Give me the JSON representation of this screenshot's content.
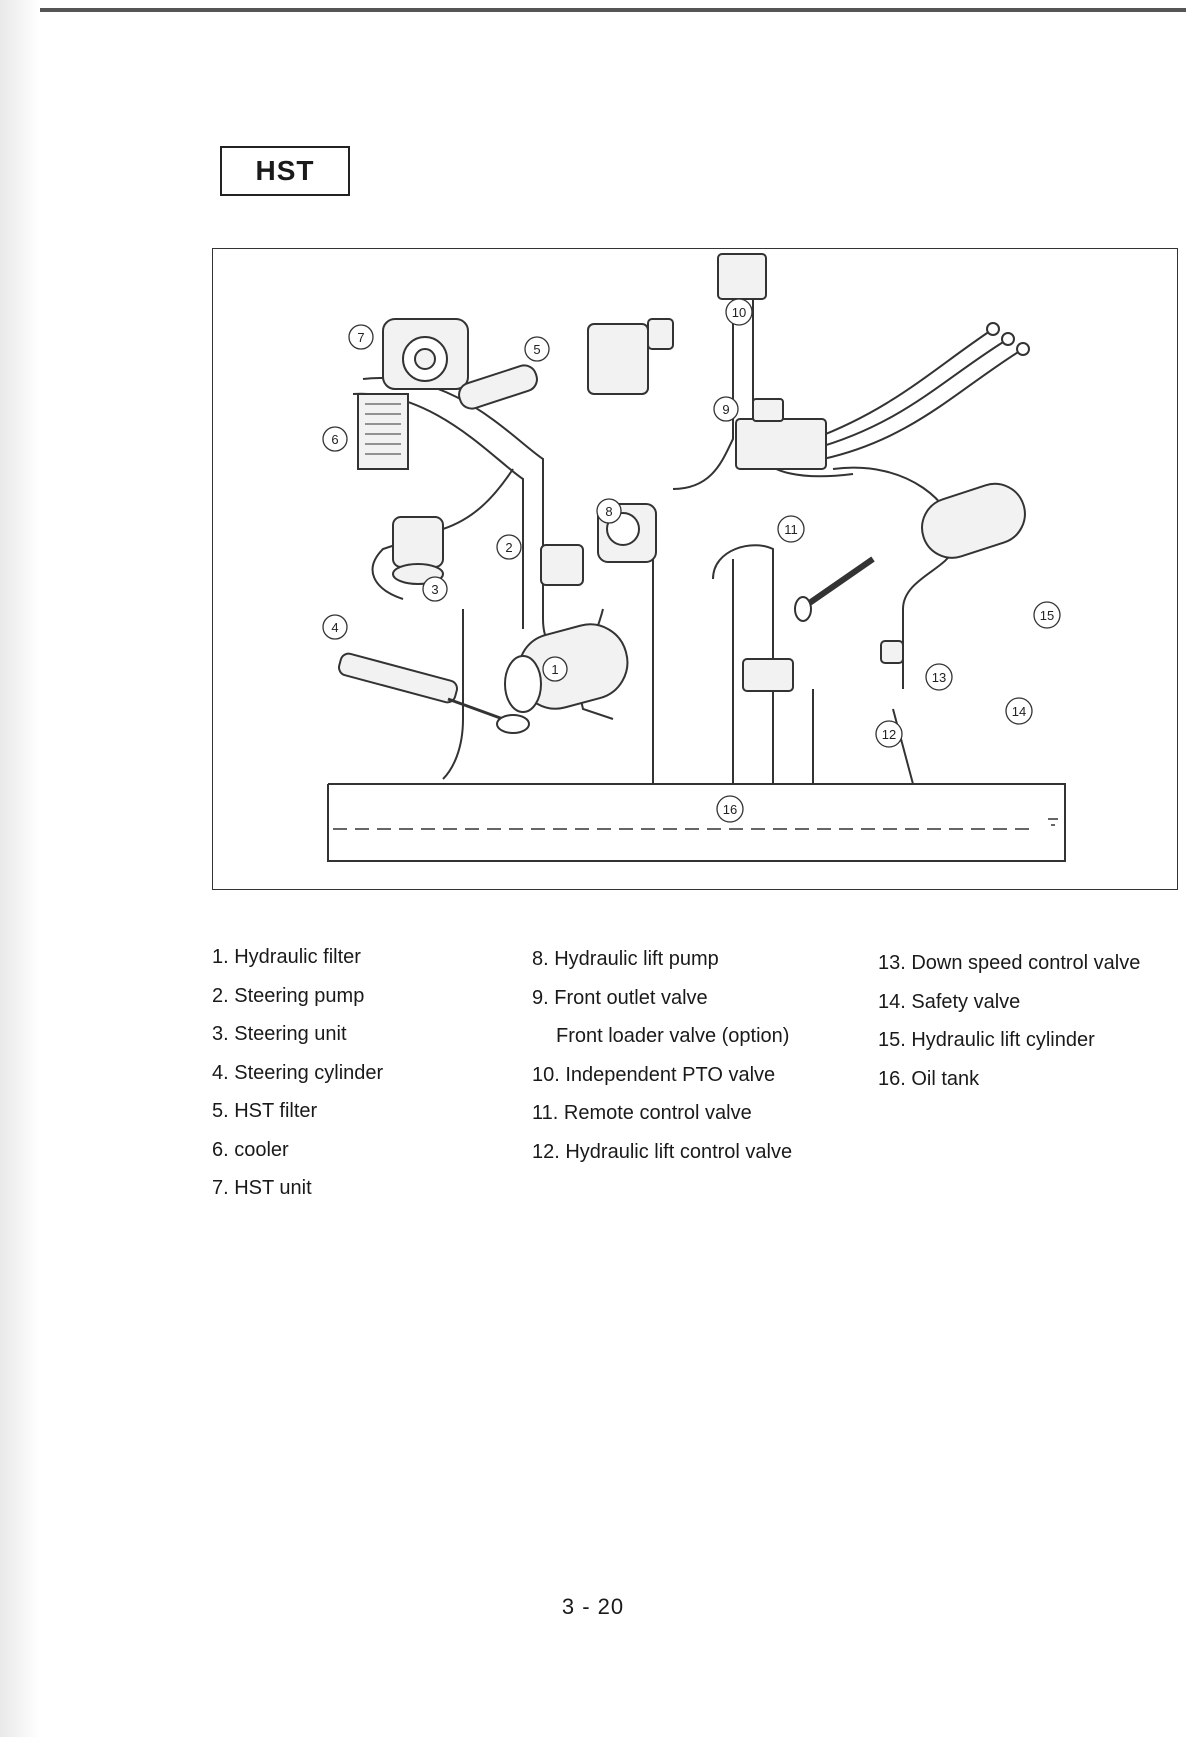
{
  "section_title": "HST",
  "diagram": {
    "callouts": [
      {
        "id": "1",
        "label": "1"
      },
      {
        "id": "2",
        "label": "2"
      },
      {
        "id": "3",
        "label": "3"
      },
      {
        "id": "4",
        "label": "4"
      },
      {
        "id": "5",
        "label": "5"
      },
      {
        "id": "6",
        "label": "6"
      },
      {
        "id": "7",
        "label": "7"
      },
      {
        "id": "8",
        "label": "8"
      },
      {
        "id": "9",
        "label": "9"
      },
      {
        "id": "10",
        "label": "10"
      },
      {
        "id": "11",
        "label": "11"
      },
      {
        "id": "12",
        "label": "12"
      },
      {
        "id": "13",
        "label": "13"
      },
      {
        "id": "14",
        "label": "14"
      },
      {
        "id": "15",
        "label": "15"
      },
      {
        "id": "16",
        "label": "16"
      }
    ]
  },
  "legend": {
    "col1": [
      "1. Hydraulic filter",
      "2. Steering pump",
      "3. Steering unit",
      "4. Steering cylinder",
      "5. HST filter",
      "6. cooler",
      "7. HST unit"
    ],
    "col2": [
      "8. Hydraulic lift pump",
      "9. Front outlet valve",
      "Front loader valve (option)",
      "10. Independent PTO valve",
      "11. Remote control valve",
      "12. Hydraulic lift control valve"
    ],
    "col3": [
      "13. Down speed control valve",
      "14. Safety valve",
      "15. Hydraulic lift cylinder",
      "16. Oil tank"
    ]
  },
  "page_number": "3 - 20"
}
